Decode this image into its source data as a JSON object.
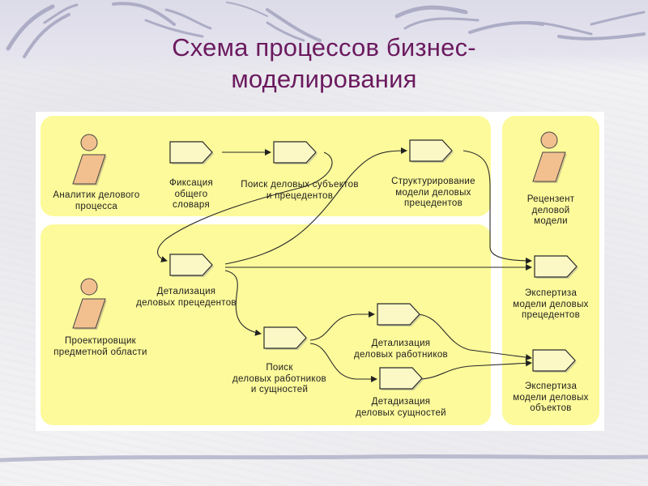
{
  "slide": {
    "title_line1": "Схема процессов бизнес-",
    "title_line2": "моделирования"
  },
  "colors": {
    "title": "#6b1a5e",
    "panel_fill": "#fdfa9b",
    "activity_fill": "#fbf8c6",
    "actor_fill": "#f2c08f",
    "line": "#222222"
  },
  "actors": [
    {
      "id": "analyst",
      "icon": "business-actor-icon",
      "line1": "Аналитик делового",
      "line2": "процесса"
    },
    {
      "id": "designer",
      "icon": "business-actor-icon",
      "line1": "Проектировщик",
      "line2": "предметной области"
    },
    {
      "id": "reviewer",
      "icon": "business-actor-icon",
      "line1": "Рецензент",
      "line2": "деловой",
      "line3": "модели"
    }
  ],
  "activities": [
    {
      "id": "fix-vocab",
      "line1": "Фиксация",
      "line2": "общего",
      "line3": "словаря"
    },
    {
      "id": "find-subjects",
      "line1": "Поиск деловых субъектов",
      "line2": "и прецедентов"
    },
    {
      "id": "structure",
      "line1": "Структурирование",
      "line2": "модели деловых",
      "line3": "прецедентов"
    },
    {
      "id": "detail-cases",
      "line1": "Детализация",
      "line2": "деловых прецедентов"
    },
    {
      "id": "find-workers",
      "line1": "Поиск",
      "line2": "деловых работников",
      "line3": "и сущностей"
    },
    {
      "id": "detail-workers",
      "line1": "Детализация",
      "line2": "деловых работников"
    },
    {
      "id": "detail-entities",
      "line1": "Детадизация",
      "line2": "деловых сущностей"
    },
    {
      "id": "review-cases",
      "line1": "Экспертиза",
      "line2": "модели деловых",
      "line3": "прецедентов"
    },
    {
      "id": "review-objects",
      "line1": "Экспертиза",
      "line2": "модели деловых",
      "line3": "объектов"
    }
  ],
  "flows": [
    {
      "from": "fix-vocab",
      "to": "find-subjects"
    },
    {
      "from": "find-subjects",
      "to": "detail-cases"
    },
    {
      "from": "detail-cases",
      "to": "structure"
    },
    {
      "from": "detail-cases",
      "to": "review-cases"
    },
    {
      "from": "structure",
      "to": "review-cases"
    },
    {
      "from": "detail-cases",
      "to": "find-workers"
    },
    {
      "from": "find-workers",
      "to": "detail-workers"
    },
    {
      "from": "find-workers",
      "to": "detail-entities"
    },
    {
      "from": "detail-workers",
      "to": "review-objects"
    },
    {
      "from": "detail-entities",
      "to": "review-objects"
    }
  ]
}
